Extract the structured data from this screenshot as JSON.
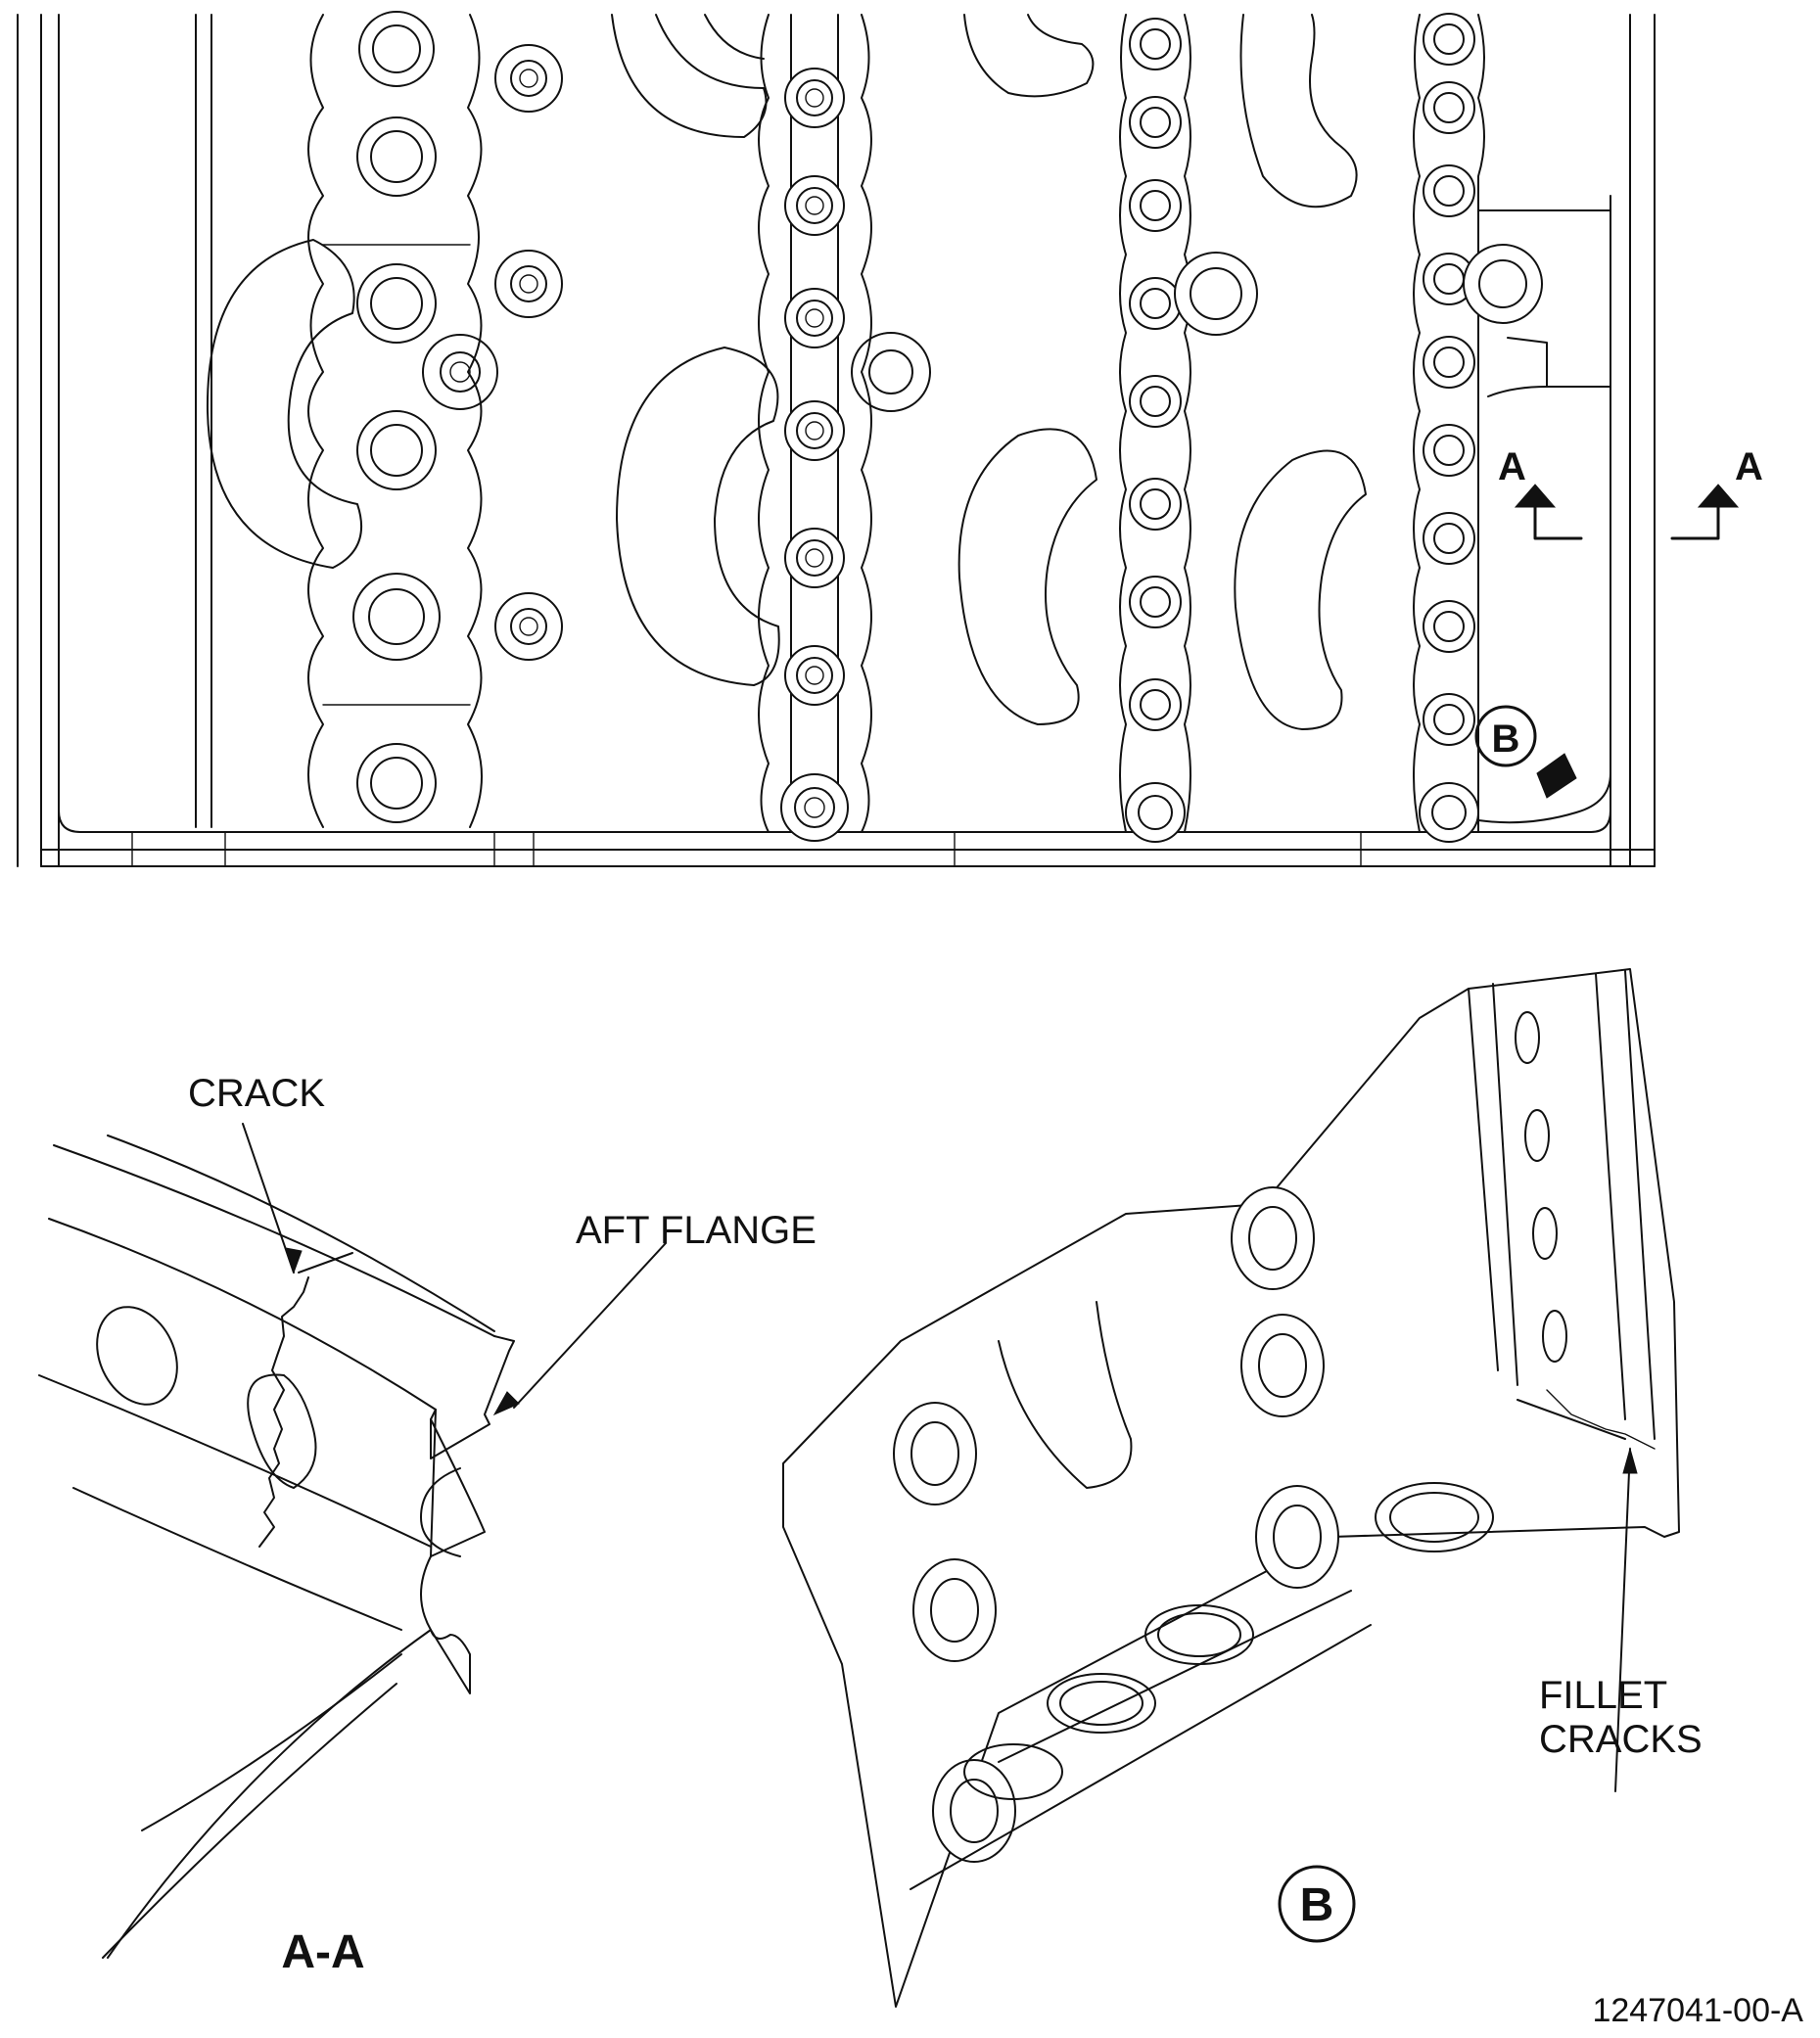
{
  "labels": {
    "section_marker_left": "A",
    "section_marker_right": "A",
    "detail_marker_top": "B",
    "crack": "CRACK",
    "aft_flange": "AFT FLANGE",
    "fillet_cracks_line1": "FILLET",
    "fillet_cracks_line2": "CRACKS",
    "section_title": "A-A",
    "detail_title": "B",
    "figure_id": "1247041-00-A"
  }
}
